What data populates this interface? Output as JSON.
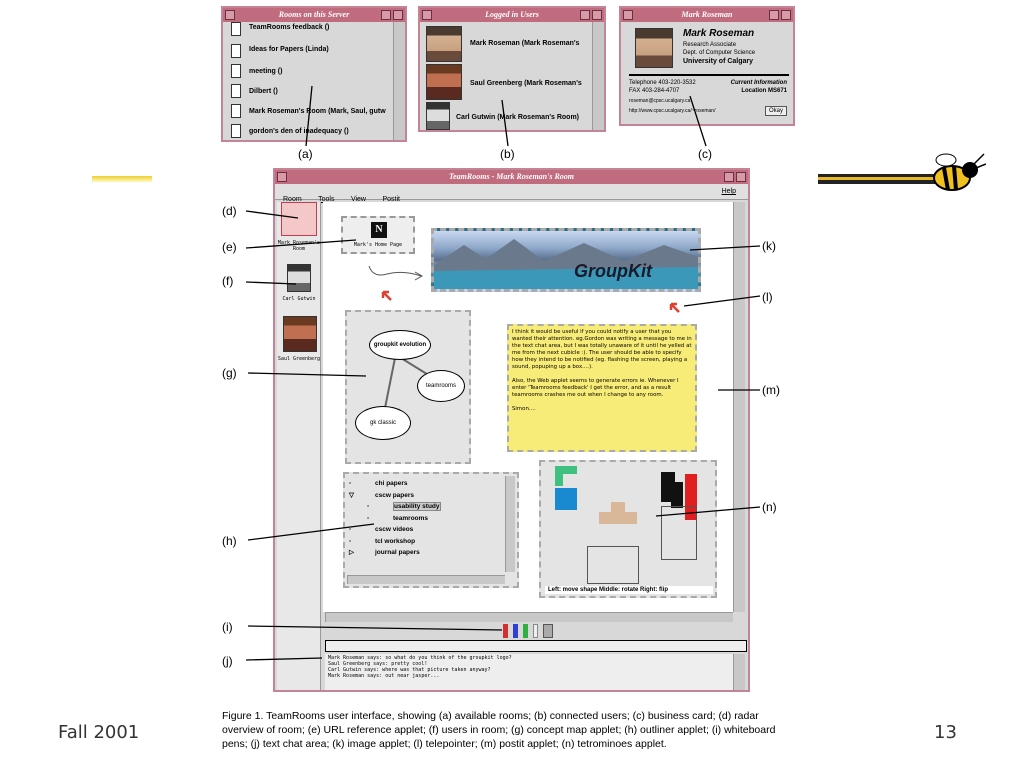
{
  "rooms": {
    "title": "Rooms on this Server",
    "items": [
      "TeamRooms feedback ()",
      "Ideas for Papers (Linda)",
      "meeting ()",
      "Dilbert ()",
      "Mark Roseman's Room (Mark, Saul, gutw",
      "gordon's den of inadequacy ()"
    ]
  },
  "users": {
    "title": "Logged in Users",
    "items": [
      "Mark Roseman (Mark Roseman's",
      "Saul Greenberg (Mark Roseman's",
      "Carl Gutwin (Mark Roseman's Room)"
    ]
  },
  "card": {
    "title": "Mark Roseman",
    "name": "Mark Roseman",
    "role": "Research Associate",
    "dept": "Dept. of Computer Science",
    "univ": "University of Calgary",
    "phone": "Telephone 403-220-3532",
    "fax": "FAX 403-284-4707",
    "email": "roseman@cpsc.ucalgary.ca",
    "url": "http://www.cpsc.ucalgary.ca/~roseman/",
    "current_label": "Current Information",
    "location": "Location MS671",
    "okay": "Okay"
  },
  "main": {
    "title": "TeamRooms - Mark Roseman's Room",
    "menu": [
      "Room",
      "Tools",
      "View",
      "Postit"
    ],
    "help": "Help",
    "radar_label": "Mark Roseman's Room",
    "carl": "Carl Gutwin",
    "saul": "Saul Greenberg",
    "url_label": "Mark's Home Page",
    "groupkit": "GroupKit",
    "concept": {
      "n1": "groupkit evolution",
      "n2": "teamrooms",
      "n3": "gk classic"
    },
    "postit": "I think it would be useful if you could notify a user that you wanted their attention. eg.Gordon was writing a message to me in the text chat area, but I was totally unaware of it until he yelled at me from the next cubicle :). The user should be able to specify how they intend to be notified (eg. flashing the screen, playing a sound, popuping up a box....).\n\nAlso, the Web applet seems to generate errors ie. Whenever I enter 'Teamrooms feedback' I get the error, and as a result teamrooms crashes me out when I change to any room.\n\nSimon....",
    "outline": [
      "chi papers",
      "cscw papers",
      "usability study",
      "teamrooms",
      "cscw videos",
      "tcl workshop",
      "journal papers"
    ],
    "tetro_status": "Left: move shape  Middle: rotate  Right: flip",
    "chat": [
      "Mark Roseman says: so what do you think of the groupkit logo?",
      "Saul Greenberg says: pretty cool!",
      "Carl Gutwin says: where was that picture taken anyway?",
      "Mark Roseman says: out near jasper..."
    ]
  },
  "labels": {
    "a": "(a)",
    "b": "(b)",
    "c": "(c)",
    "d": "(d)",
    "e": "(e)",
    "f": "(f)",
    "g": "(g)",
    "h": "(h)",
    "i": "(i)",
    "j": "(j)",
    "k": "(k)",
    "l": "(l)",
    "m": "(m)",
    "n": "(n)"
  },
  "caption": "Figure 1.  TeamRooms user  interface, showing (a) available rooms; (b) connected users; (c) business card; (d) radar overview of room; (e) URL reference applet; (f) users in room; (g) concept map applet; (h) outliner applet; (i) whiteboard pens; (j) text chat area; (k) image applet; (l) telepointer; (m) postit applet; (n) tetrominoes applet.",
  "footer_left": "Fall 2001",
  "footer_right": "13"
}
